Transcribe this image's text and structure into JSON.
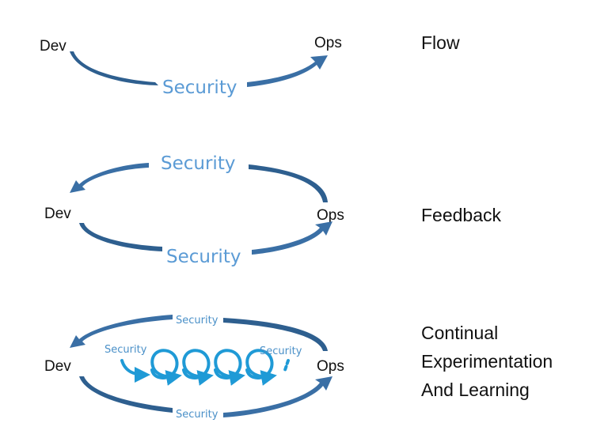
{
  "colors": {
    "arc_dark": "#2e5f8f",
    "arc_light": "#5b8ec5",
    "loop": "#1f9ad6",
    "security_text": "#5b9bd5",
    "label_text": "#111111"
  },
  "flow": {
    "dev": "Dev",
    "ops": "Ops",
    "security": "Security",
    "label": "Flow"
  },
  "feedback": {
    "dev": "Dev",
    "ops": "Ops",
    "security_top": "Security",
    "security_bottom": "Security",
    "label": "Feedback"
  },
  "learning": {
    "dev": "Dev",
    "ops": "Ops",
    "security_top": "Security",
    "security_bottom": "Security",
    "security_inner_left": "Security",
    "security_inner_right": "Security",
    "label_line1": "Continual",
    "label_line2": "Experimentation",
    "label_line3": "And Learning"
  }
}
